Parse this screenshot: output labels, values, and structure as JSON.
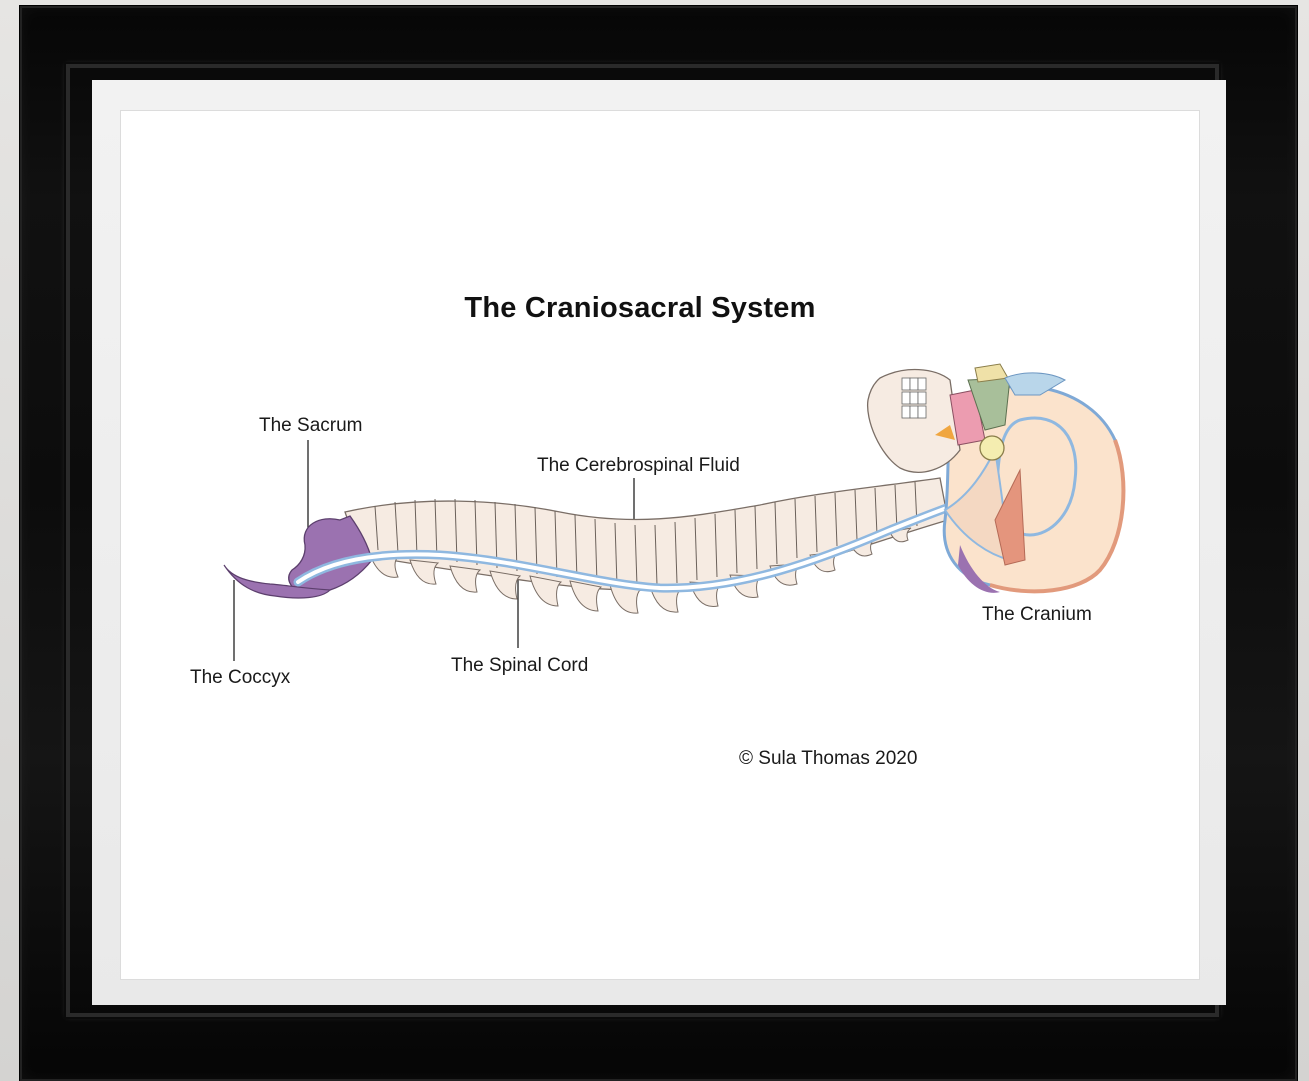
{
  "diagram": {
    "title": "The Craniosacral System",
    "labels": {
      "sacrum": "The Sacrum",
      "csf": "The Cerebrospinal Fluid",
      "spinal_cord": "The Spinal Cord",
      "coccyx": "The Coccyx",
      "cranium": "The Cranium"
    },
    "credit": "© Sula Thomas 2020"
  },
  "colors": {
    "bone": "#f6ebe2",
    "sacrum": "#9b72b0",
    "csf": "#8fb8e0",
    "cranium_fill": "#fbe3cc",
    "frame": "#0b0b0b",
    "mat": "#eeeeee"
  }
}
